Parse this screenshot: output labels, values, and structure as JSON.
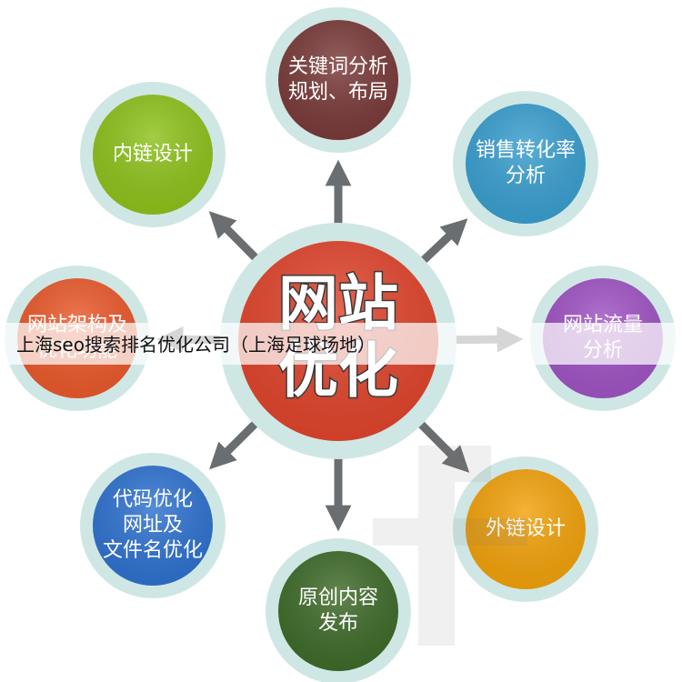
{
  "center": {
    "lines": [
      "网站",
      "优化"
    ],
    "color": "#e0452d",
    "ring_color": "#cfe7e4"
  },
  "nodes": [
    {
      "id": "keyword",
      "lines": [
        "关键词分析",
        "规划、布局"
      ],
      "color": "#7a3b3a"
    },
    {
      "id": "sales",
      "lines": [
        "销售转化率",
        "分析"
      ],
      "color": "#3a9fcf"
    },
    {
      "id": "traffic",
      "lines": [
        "网站流量",
        "分析"
      ],
      "color": "#a054c4"
    },
    {
      "id": "outlink",
      "lines": [
        "外链设计"
      ],
      "color": "#f2a20c"
    },
    {
      "id": "content",
      "lines": [
        "原创内容",
        "发布"
      ],
      "color": "#3f6b2a"
    },
    {
      "id": "code",
      "lines": [
        "代码优化",
        "网址及",
        "文件名优化"
      ],
      "color": "#2f72cf"
    },
    {
      "id": "architecture",
      "lines": [
        "网站架构及",
        "优化功能"
      ],
      "color": "#ea5a2c"
    },
    {
      "id": "internal",
      "lines": [
        "内链设计"
      ],
      "color": "#8ec21c"
    }
  ],
  "arrow_color": "#6b6e70",
  "banner": {
    "text": "上海seo搜索排名优化公司（上海足球场地）"
  }
}
